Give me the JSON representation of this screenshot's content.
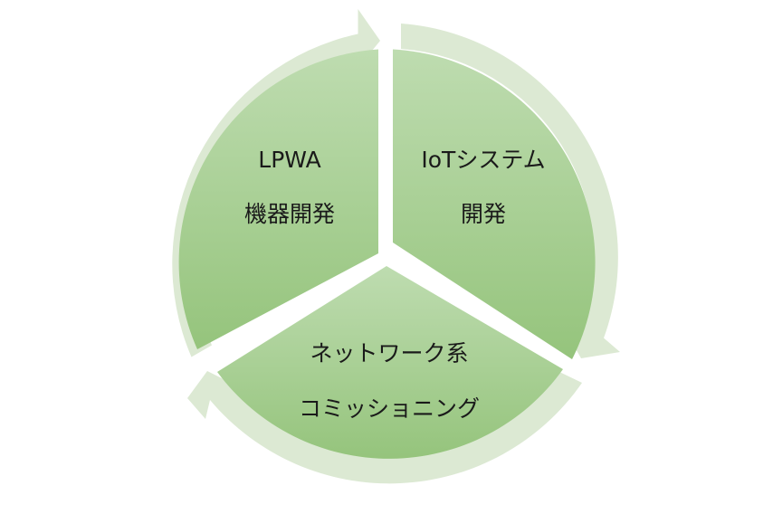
{
  "diagram": {
    "type": "cycle",
    "segments": [
      {
        "line1": "LPWA",
        "line2": "機器開発"
      },
      {
        "line1": "IoTシステム",
        "line2": "開発"
      },
      {
        "line1": "ネットワーク系",
        "line2": "コミッショニング"
      }
    ]
  },
  "colors": {
    "segment_light": "#bcdcae",
    "segment_dark": "#97c57f",
    "arrow": "#dce9d3",
    "background": "#ffffff"
  }
}
